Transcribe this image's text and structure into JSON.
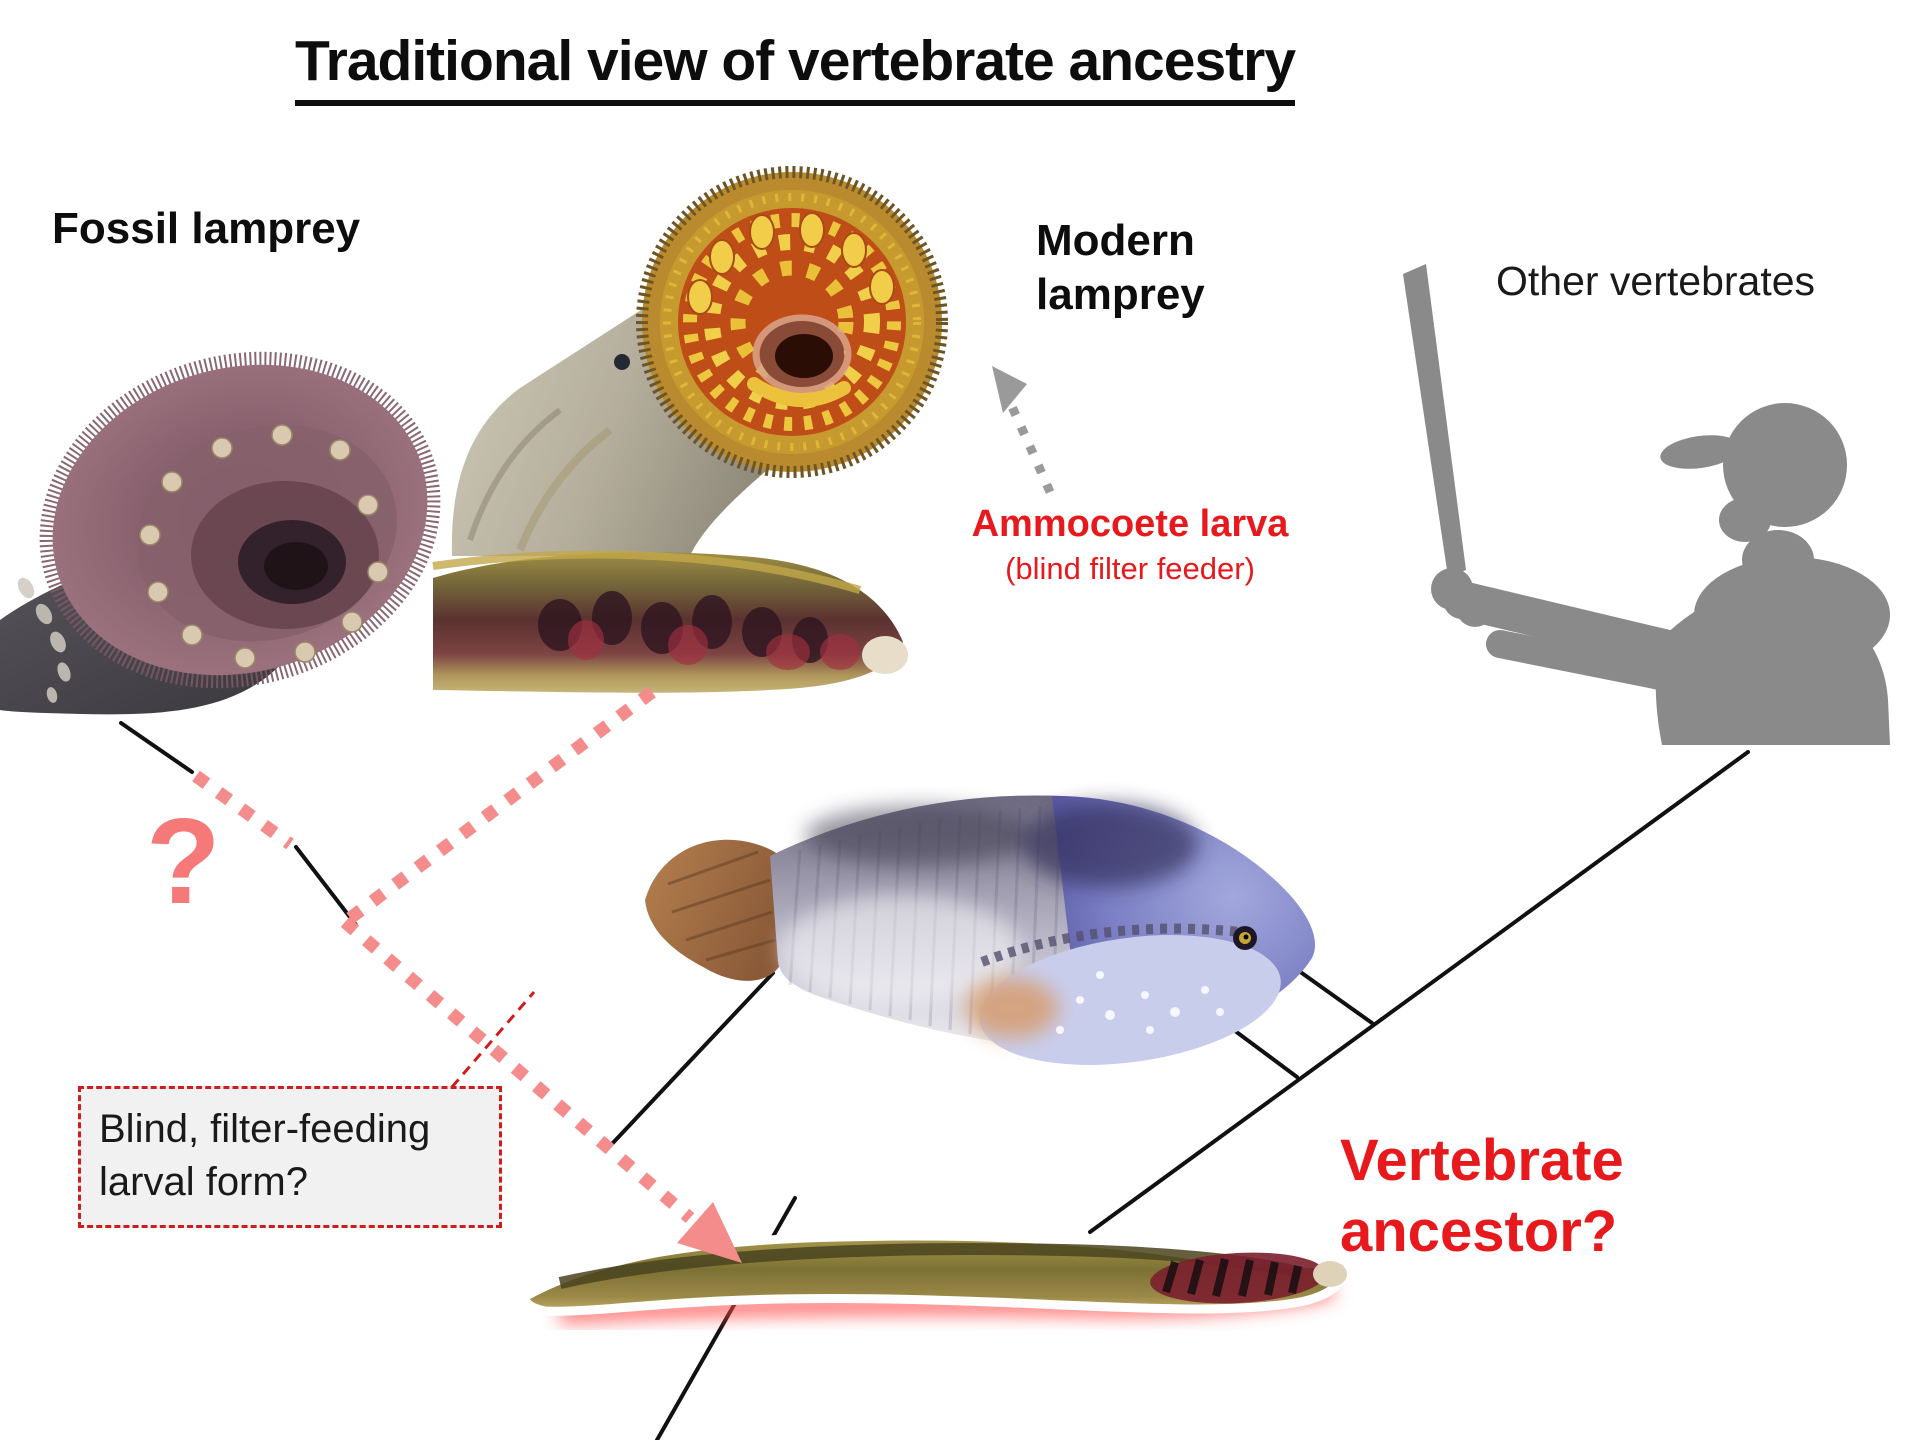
{
  "title": "Traditional view of vertebrate ancestry",
  "labels": {
    "fossil_lamprey": "Fossil lamprey",
    "modern_lamprey": "Modern\nlamprey",
    "other_vertebrates": "Other vertebrates",
    "ammocoete_title": "Ammocoete larva",
    "ammocoete_subtitle": "(blind filter feeder)",
    "question_mark": "?",
    "larval_form_question": "Blind, filter-feeding larval form?",
    "vertebrate_ancestor": "Vertebrate\nancestor?"
  },
  "colors": {
    "emphasis_red": "#e8191c",
    "hypothesis_pink": "#f58c8c",
    "callout_border_red": "#cf1d1d",
    "callout_fill_gray": "#f1f1f1",
    "tree_line_black": "#111111",
    "silhouette_gray": "#8a8a8a",
    "arrow_gray": "#9a9a9a"
  }
}
